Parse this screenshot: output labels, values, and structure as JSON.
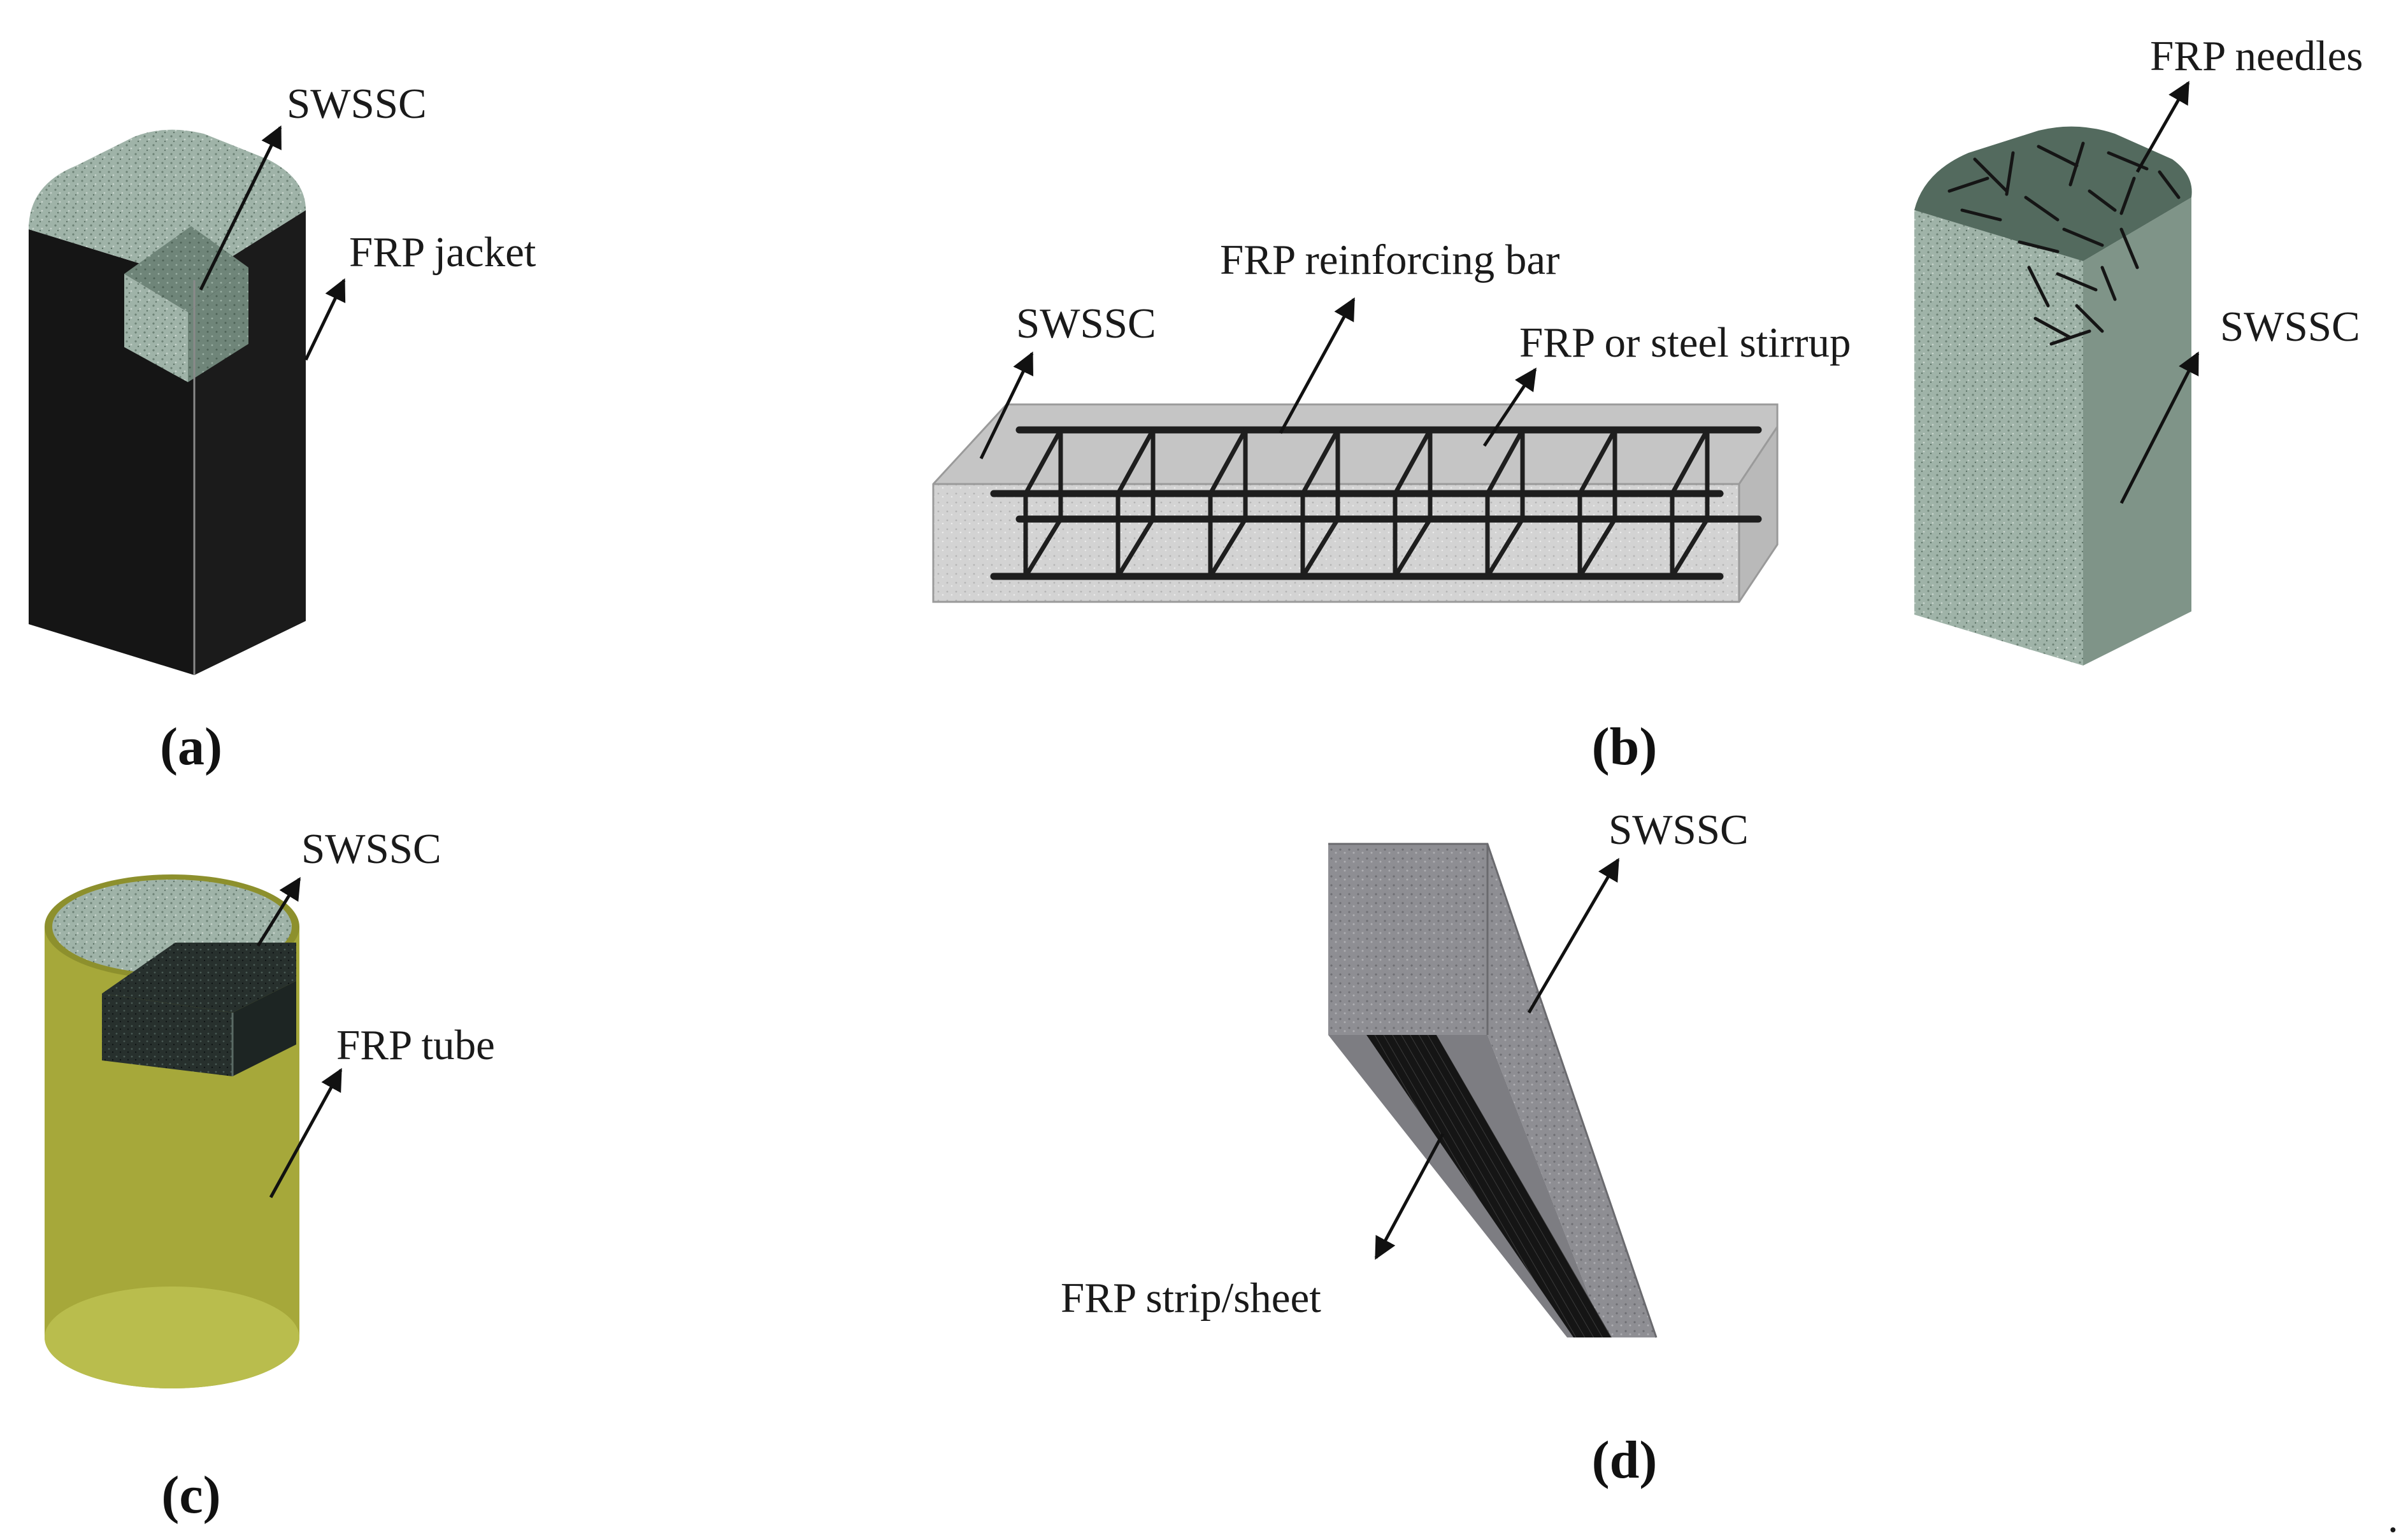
{
  "panels": {
    "a": {
      "caption": "(a)",
      "labels": {
        "concrete": "SWSSC",
        "jacket": "FRP jacket"
      }
    },
    "b": {
      "caption": "(b)",
      "labels": {
        "concrete_beam": "SWSSC",
        "bar": "FRP reinforcing bar",
        "stirrup": "FRP or steel stirrup",
        "needles": "FRP needles",
        "concrete_column": "SWSSC"
      }
    },
    "c": {
      "caption": "(c)",
      "labels": {
        "concrete": "SWSSC",
        "tube": "FRP tube"
      }
    },
    "d": {
      "caption": "(d)",
      "labels": {
        "concrete": "SWSSC",
        "strip": "FRP strip/sheet"
      }
    }
  },
  "trailing_mark": ".",
  "colors": {
    "concrete_green": "#9fb3a8",
    "jacket_black": "#151515",
    "beam_grey": "#d4d4d4",
    "tube_olive": "#a6a83a",
    "strip_grey": "#8f8f93"
  }
}
